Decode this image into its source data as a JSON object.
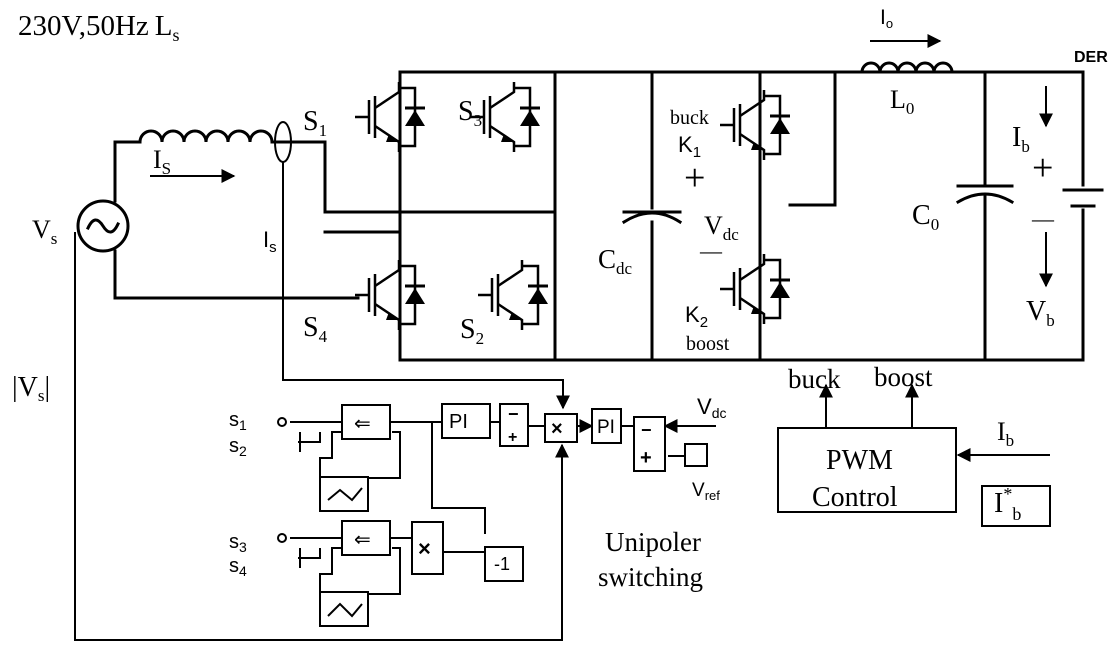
{
  "source": {
    "rating": "230V,50Hz",
    "inductor": "L",
    "inductor_sub": "s",
    "voltage": "V",
    "voltage_sub": "s",
    "current": "I",
    "current_sub": "S"
  },
  "sense": {
    "current": "I",
    "current_sub": "s",
    "vmag": "|V",
    "vmag_sub": "s",
    "vmag_end": "|"
  },
  "switches": {
    "s1": {
      "main": "S",
      "sub": "1"
    },
    "s2": {
      "main": "S",
      "sub": "2"
    },
    "s3": {
      "main": "S",
      "sub": "3"
    },
    "s4": {
      "main": "S",
      "sub": "4"
    }
  },
  "dclink": {
    "cap": "C",
    "cap_sub": "dc",
    "v": "V",
    "v_sub": "dc",
    "plus": "+",
    "minus": "—"
  },
  "converter": {
    "k1": "K",
    "k1_sub": "1",
    "k2": "K",
    "k2_sub": "2",
    "buck": "buck",
    "boost": "boost"
  },
  "output": {
    "io": "I",
    "io_sub": "o",
    "lo": "L",
    "lo_sub": "0",
    "co": "C",
    "co_sub": "0",
    "ib": "I",
    "ib_sub": "b",
    "vb": "V",
    "vb_sub": "b",
    "der": "DER",
    "plus": "+",
    "minus": "—"
  },
  "control": {
    "pi1": "PI",
    "pi2": "PI",
    "mult": "×",
    "neg1": "-1",
    "sum_minus": "−",
    "sum_plus": "+",
    "vdc": "V",
    "vdc_sub": "dc",
    "vref": "V",
    "vref_sub": "ref",
    "g1": "s",
    "g1_sub": "1",
    "g2": "s",
    "g2_sub": "2",
    "g3": "s",
    "g3_sub": "3",
    "g4": "s",
    "g4_sub": "4",
    "cmp": "⇐",
    "caption1": "Unipoler",
    "caption2": "switching"
  },
  "pwm": {
    "line1": "PWM",
    "line2": "Control",
    "buck": "buck",
    "boost": "boost",
    "ib": "I",
    "ib_sub": "b",
    "ref": "I",
    "ref_sup": "*",
    "ref_sub": "b"
  }
}
